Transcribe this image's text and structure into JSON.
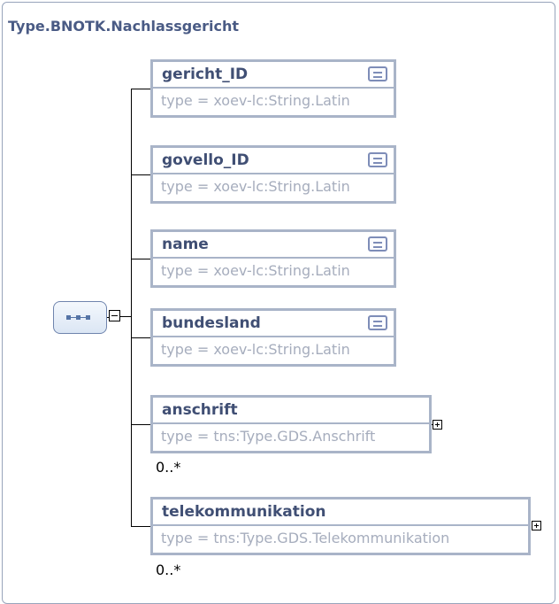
{
  "type_name": "Type.BNOTK.Nachlassgericht",
  "compositor": "sequence",
  "elements": [
    {
      "name": "gericht_ID",
      "type": "type = xoev-lc:String.Latin",
      "cardinality": "",
      "documented": true,
      "expandable": false
    },
    {
      "name": "govello_ID",
      "type": "type = xoev-lc:String.Latin",
      "cardinality": "",
      "documented": true,
      "expandable": false
    },
    {
      "name": "name",
      "type": "type = xoev-lc:String.Latin",
      "cardinality": "",
      "documented": true,
      "expandable": false
    },
    {
      "name": "bundesland",
      "type": "type = xoev-lc:String.Latin",
      "cardinality": "",
      "documented": true,
      "expandable": false
    },
    {
      "name": "anschrift",
      "type": "type = tns:Type.GDS.Anschrift",
      "cardinality": "0..*",
      "documented": false,
      "expandable": true
    },
    {
      "name": "telekommunikation",
      "type": "type = tns:Type.GDS.Telekommunikation",
      "cardinality": "0..*",
      "documented": false,
      "expandable": true
    }
  ],
  "icons": {
    "documentation": "documentation-icon",
    "expand": "expand-plus-icon",
    "collapse": "collapse-minus-icon",
    "sequence": "sequence-compositor-icon"
  },
  "colors": {
    "title": "#4a5b85",
    "element_border": "#a9b4c8",
    "element_name": "#404f74",
    "element_type": "#a6adbd",
    "frame_border": "#98a4bb"
  }
}
